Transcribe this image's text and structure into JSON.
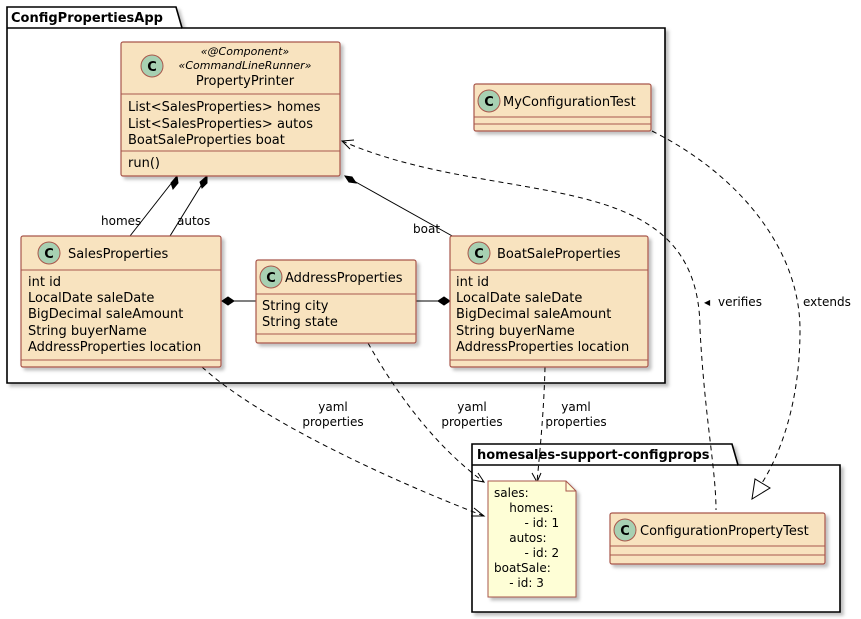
{
  "colors": {
    "class_fill": "#f8e3bf",
    "class_border": "#a8574c",
    "note_fill": "#fefed6",
    "note_border": "#a8574c",
    "circle_fill": "#a7d0b2",
    "edge": "#000000"
  },
  "packages": {
    "app": {
      "name": "ConfigPropertiesApp"
    },
    "support": {
      "name": "homesales-support-configprops"
    }
  },
  "classes": {
    "printer": {
      "icon": "C",
      "stereotype1": "«@Component»",
      "stereotype2": "«CommandLineRunner»",
      "name": "PropertyPrinter",
      "fields": [
        "List<SalesProperties> homes",
        "List<SalesProperties> autos",
        "BoatSaleProperties boat"
      ],
      "methods": [
        "run()"
      ]
    },
    "myconfigtest": {
      "icon": "C",
      "name": "MyConfigurationTest"
    },
    "sales": {
      "icon": "C",
      "name": "SalesProperties",
      "fields": [
        "int id",
        "LocalDate saleDate",
        "BigDecimal saleAmount",
        "String buyerName",
        "AddressProperties location"
      ]
    },
    "address": {
      "icon": "C",
      "name": "AddressProperties",
      "fields": [
        "String city",
        "String state"
      ]
    },
    "boat": {
      "icon": "C",
      "name": "BoatSaleProperties",
      "fields": [
        "int id",
        "LocalDate saleDate",
        "BigDecimal saleAmount",
        "String buyerName",
        "AddressProperties location"
      ]
    },
    "configtest": {
      "icon": "C",
      "name": "ConfigurationPropertyTest"
    }
  },
  "note": {
    "lines": [
      "sales:",
      "    homes:",
      "        - id: 1",
      "    autos:",
      "        - id: 2",
      "boatSale:",
      "    - id: 3"
    ]
  },
  "edge_labels": {
    "homes": "homes",
    "autos": "autos",
    "boat": "boat",
    "verifies": "verifies",
    "verifies_arrow": "◀",
    "extends": "extends",
    "yaml_line1": "yaml",
    "yaml_line2": "properties"
  }
}
